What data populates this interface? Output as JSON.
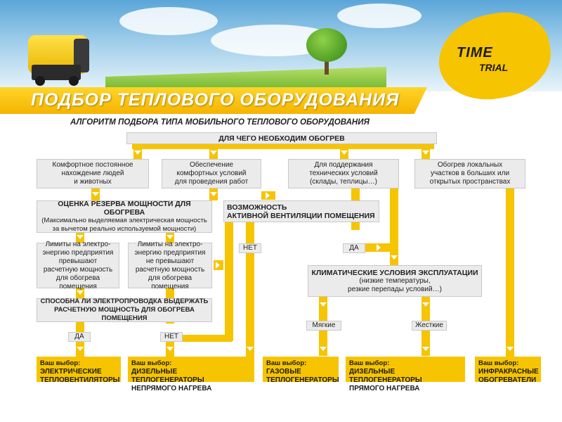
{
  "header": {
    "logo_top": "TIME",
    "logo_bottom": "TRIAL",
    "banner_title": "ПОДБОР ТЕПЛОВОГО ОБОРУДОВАНИЯ",
    "subtitle": "АЛГОРИТМ ПОДБОРА ТИПА МОБИЛЬНОГО ТЕПЛОВОГО ОБОРУДОВАНИЯ"
  },
  "flow": {
    "root": "ДЛЯ ЧЕГО НЕОБХОДИМ ОБОГРЕВ",
    "purpose_1": "Комфортное постоянное\nнахождение людей\nи животных",
    "purpose_2": "Обеспечение\nкомфортных условий\nдля проведения работ",
    "purpose_3": "Для поддержания\nтехнических условий\n(склады, теплицы…)",
    "purpose_4": "Обогрев локальных\nучастков в больших или\nоткрытых пространствах",
    "power_title": "ОЦЕНКА РЕЗЕРВА МОЩНОСТИ ДЛЯ ОБОГРЕВА",
    "power_note": "(Максимально выделяемая электрическая мощность\nза вычетом реально используемой мощности)",
    "ventilation": "ВОЗМОЖНОСТЬ\nАКТИВНОЙ ВЕНТИЛЯЦИИ ПОМЕЩЕНИЯ",
    "limit_exceeds": "Лимиты на электро-\nэнергию предприятия\nпревышают\nрасчетную мощность\nдля обогрева помещения",
    "limit_not_exceeds": "Лимиты на электро-\nэнергию предприятия\nне превышают\nрасчетную мощность\nдля обогрева помещения",
    "wiring": "СПОСОБНА ЛИ ЭЛЕКТРОПРОВОДКА ВЫДЕРЖАТЬ\nРАСЧЕТНУЮ МОЩНОСТЬ ДЛЯ ОБОГРЕВА\nПОМЕЩЕНИЯ",
    "climate_title": "КЛИМАТИЧЕСКИЕ УСЛОВИЯ ЭКСПЛУАТАЦИИ",
    "climate_note": "(низкие температуры,\nрезкие перепады условий…)",
    "label_yes_1": "ДА",
    "label_no_1": "НЕТ",
    "label_yes_2": "ДА",
    "label_no_2": "НЕТ",
    "label_soft": "Мягкие",
    "label_hard": "Жесткие"
  },
  "results": {
    "prefix": "Ваш выбор:",
    "r1": "ЭЛЕКТРИЧЕСКИЕ\nТЕПЛОВЕНТИЛЯТОРЫ",
    "r2": "ДИЗЕЛЬНЫЕ ТЕПЛОГЕНЕРАТОРЫ\nНЕПРЯМОГО НАГРЕВА",
    "r3": "ГАЗОВЫЕ\nТЕПЛОГЕНЕРАТОРЫ",
    "r4": "ДИЗЕЛЬНЫЕ ТЕПЛОГЕНЕРАТОРЫ\nПРЯМОГО НАГРЕВА",
    "r5": "ИНФРАКРАСНЫЕ\nОБОГРЕВАТЕЛИ"
  },
  "colors": {
    "accent": "#f6c400",
    "box_bg": "#ebebeb",
    "text": "#222222"
  }
}
